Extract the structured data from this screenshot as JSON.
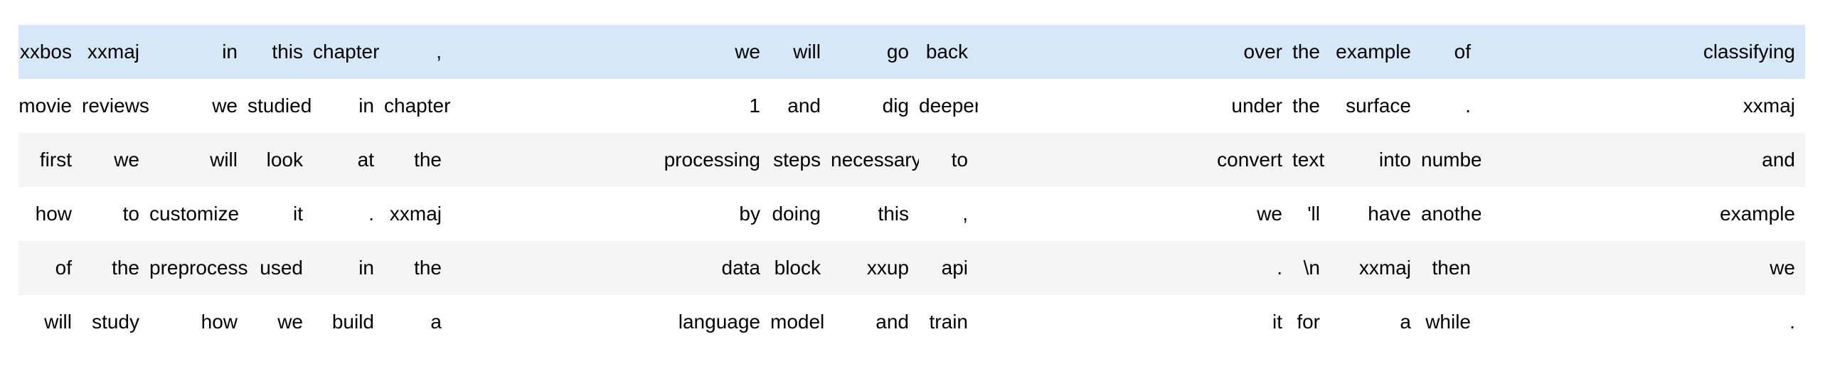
{
  "table": {
    "description": "tokenized-text-batch",
    "num_rows": 6,
    "num_cols": 15,
    "highlighted_row_index": 0,
    "rows": [
      [
        "xxbos",
        "xxmaj",
        "in",
        "this",
        "chapter",
        ",",
        "we",
        "will",
        "go",
        "back",
        "over",
        "the",
        "example",
        "of",
        "classifying"
      ],
      [
        "movie",
        "reviews",
        "we",
        "studied",
        "in",
        "chapter",
        "1",
        "and",
        "dig",
        "deeper",
        "under",
        "the",
        "surface",
        ".",
        "xxmaj"
      ],
      [
        "first",
        "we",
        "will",
        "look",
        "at",
        "the",
        "processing",
        "steps",
        "necessary",
        "to",
        "convert",
        "text",
        "into",
        "numbers",
        "and"
      ],
      [
        "how",
        "to",
        "customize",
        "it",
        ".",
        "xxmaj",
        "by",
        "doing",
        "this",
        ",",
        "we",
        "'ll",
        "have",
        "another",
        "example"
      ],
      [
        "of",
        "the",
        "preprocessor",
        "used",
        "in",
        "the",
        "data",
        "block",
        "xxup",
        "api",
        ".",
        "\\n",
        "xxmaj",
        "then",
        "we"
      ],
      [
        "will",
        "study",
        "how",
        "we",
        "build",
        "a",
        "language",
        "model",
        "and",
        "train",
        "it",
        "for",
        "a",
        "while",
        "."
      ]
    ],
    "special_tokens": [
      "xxbos",
      "xxmaj",
      "xxup"
    ]
  },
  "colors": {
    "highlight_row_bg": "#d6e8f8",
    "stripe_row_bg": "#f5f5f5",
    "plain_row_bg": "#ffffff",
    "text": "#000000",
    "page_bg": "#ffffff"
  }
}
